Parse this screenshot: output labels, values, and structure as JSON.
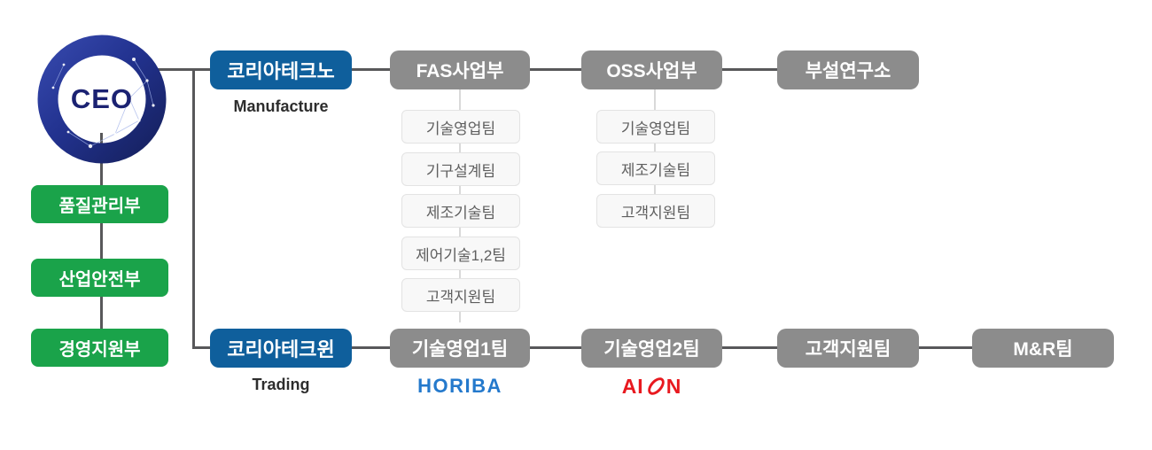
{
  "ceo": {
    "label": "CEO"
  },
  "staff_departments": [
    {
      "label": "품질관리부"
    },
    {
      "label": "산업안전부"
    },
    {
      "label": "경영지원부"
    }
  ],
  "divisions": [
    {
      "name": "코리아테크노",
      "subtitle": "Manufacture",
      "units": [
        {
          "name": "FAS사업부",
          "teams": [
            "기술영업팀",
            "기구설계팀",
            "제조기술팀",
            "제어기술1,2팀",
            "고객지원팀"
          ]
        },
        {
          "name": "OSS사업부",
          "teams": [
            "기술영업팀",
            "제조기술팀",
            "고객지원팀"
          ]
        },
        {
          "name": "부설연구소",
          "teams": []
        }
      ]
    },
    {
      "name": "코리아테크윈",
      "subtitle": "Trading",
      "units": [
        {
          "name": "기술영업1팀",
          "logo": "HORIBA"
        },
        {
          "name": "기술영업2팀",
          "logo": "AI/N"
        },
        {
          "name": "고객지원팀"
        },
        {
          "name": "M&R팀"
        }
      ]
    }
  ],
  "logos": {
    "horiba": "HORIBA",
    "aion_left": "AI",
    "aion_right": "N"
  },
  "colors": {
    "division_blue": "#0f5f9c",
    "unit_gray": "#8c8c8c",
    "staff_green": "#1aa34a",
    "connector_dark": "#58585a",
    "connector_light": "#d9d9d9",
    "subteam_bg": "#f8f8f8",
    "horiba_blue": "#2479cc",
    "aion_red": "#e8191f",
    "ceo_ring_blue": "#22328f"
  }
}
